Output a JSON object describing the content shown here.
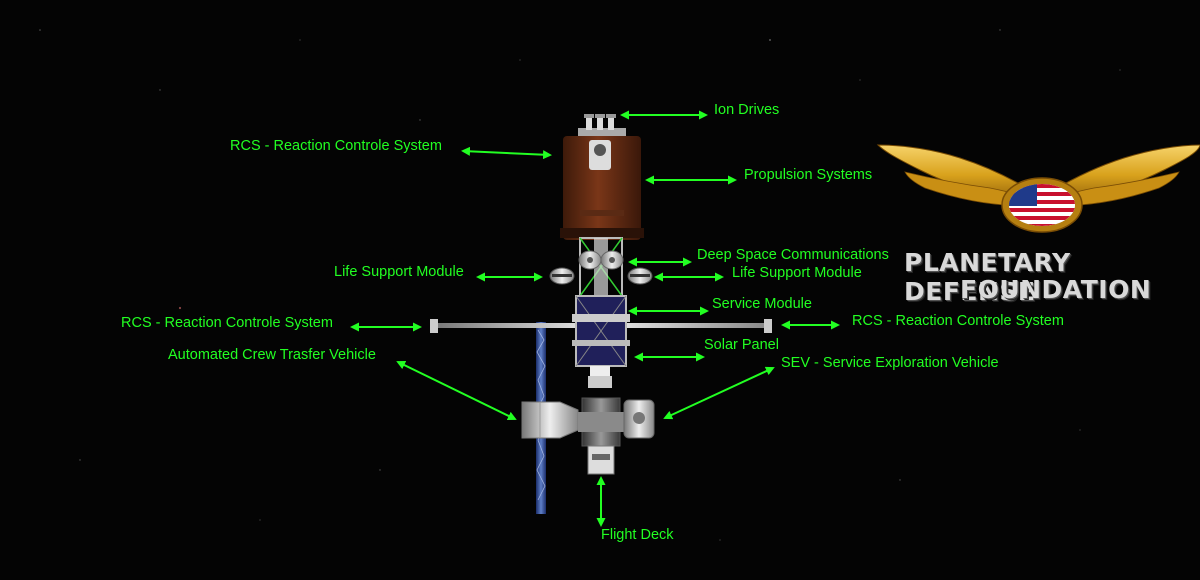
{
  "labels": {
    "ion_drives": "Ion Drives",
    "rcs_top": "RCS - Reaction Controle System",
    "propulsion": "Propulsion Systems",
    "deep_space_comms": "Deep Space Communications",
    "life_support_left": "Life Support Module",
    "life_support_right": "Life Support Module",
    "service_module": "Service Module",
    "rcs_left": "RCS - Reaction Controle System",
    "rcs_right": "RCS - Reaction Controle System",
    "solar_panel": "Solar Panel",
    "crew_transfer": "Automated Crew Trasfer Vehicle",
    "sev": "SEV - Service Exploration Vehicle",
    "flight_deck": "Flight Deck"
  },
  "logo": {
    "line1": "PLANETARY DEFENSE",
    "line2": "FOUNDATION"
  },
  "colors": {
    "background": "#040404",
    "label": "#22ff22",
    "arrow": "#22ff22",
    "propulsion_tank": "#6b2e14",
    "wing_gold": "#d9a21c",
    "logo_text": "#d9d9d9"
  }
}
